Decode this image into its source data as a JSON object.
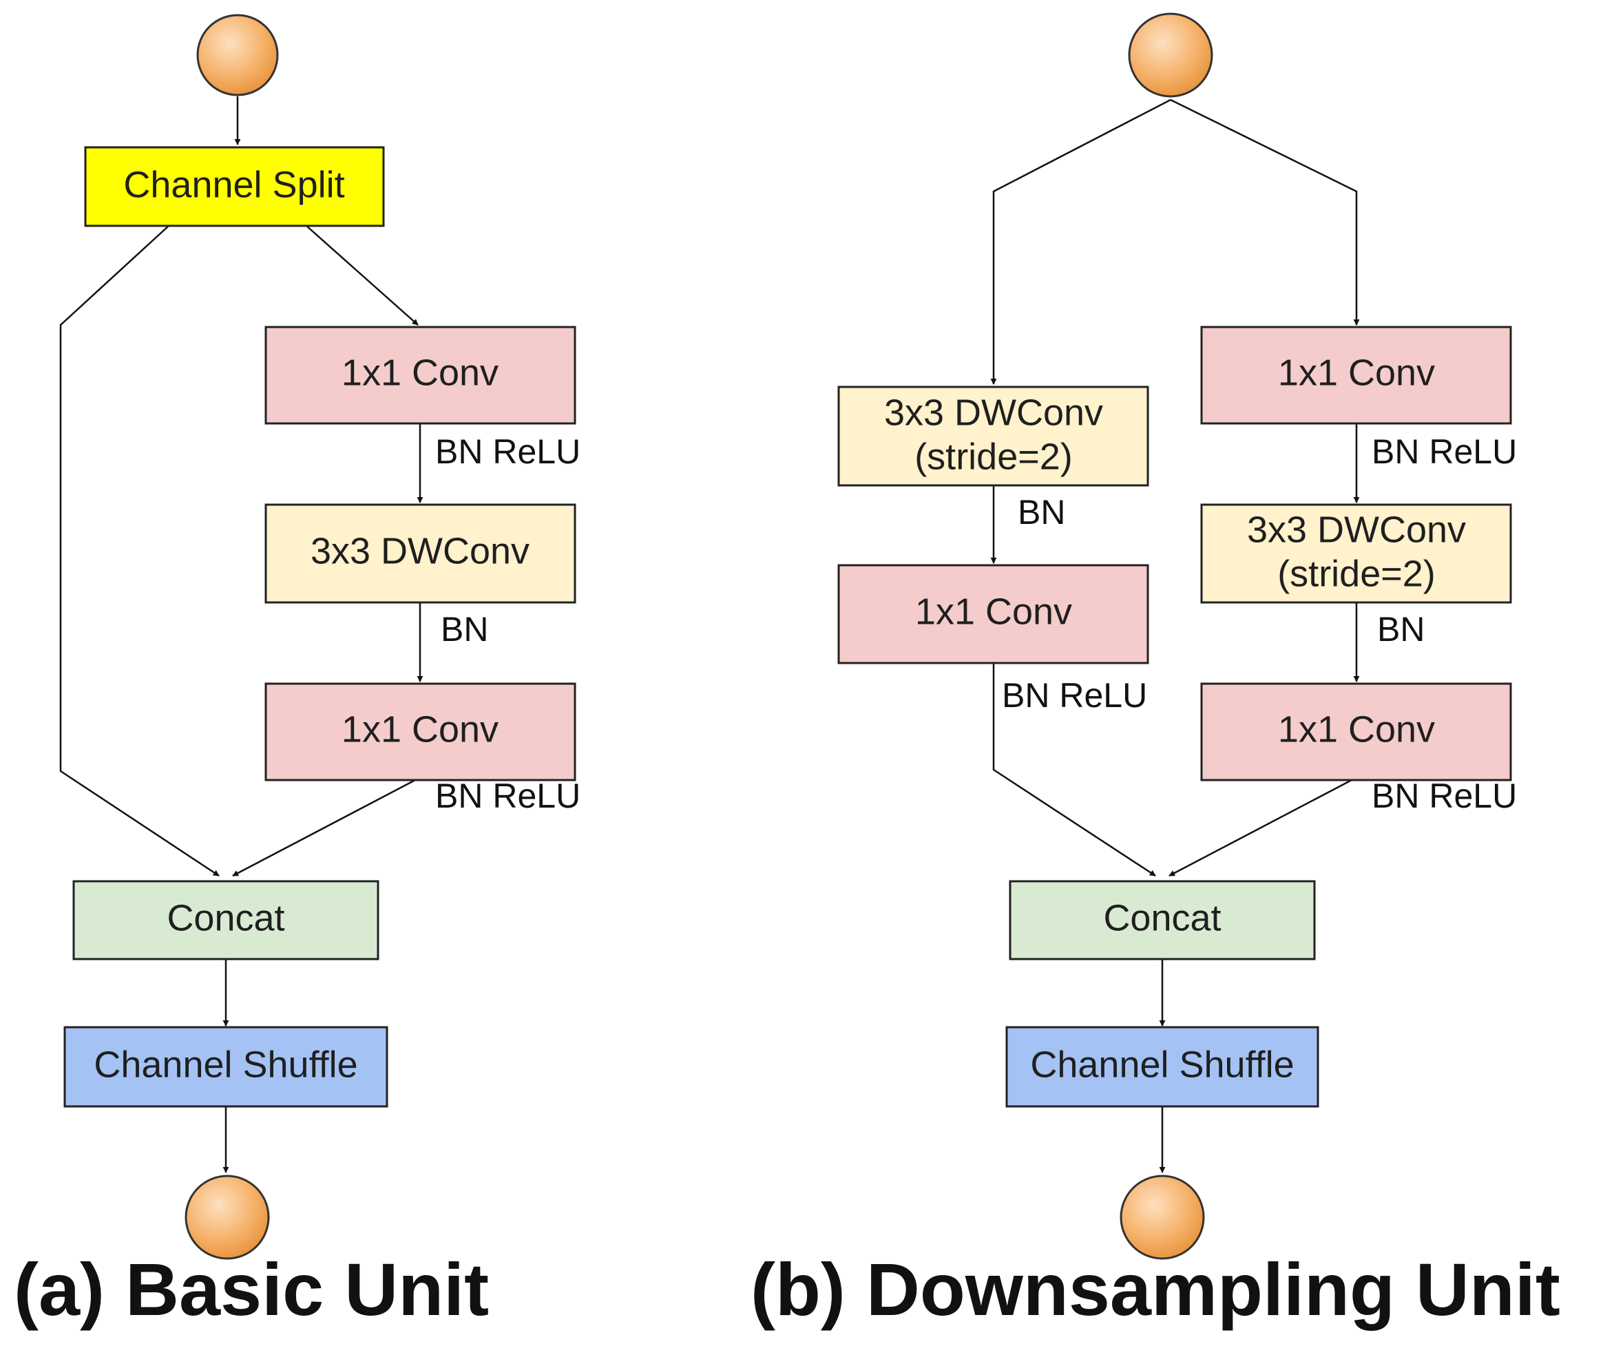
{
  "colors": {
    "channel_split": "#ffff00",
    "conv1x1": "#f4cccc",
    "dwconv": "#fff2cc",
    "concat": "#d9ead3",
    "shuffle": "#a4c2f4",
    "node": "#f6b26b"
  },
  "basic_unit": {
    "caption": "(a) Basic Unit",
    "channel_split": "Channel Split",
    "conv1": "1x1 Conv",
    "edge1": "BN ReLU",
    "dwconv": "3x3 DWConv",
    "edge2": "BN",
    "conv2": "1x1 Conv",
    "edge3": "BN ReLU",
    "concat": "Concat",
    "shuffle": "Channel Shuffle"
  },
  "downsampling_unit": {
    "caption": "(b) Downsampling Unit",
    "left_dwconv_line1": "3x3 DWConv",
    "left_dwconv_line2": "(stride=2)",
    "left_edge1": "BN",
    "left_conv": "1x1 Conv",
    "left_edge2": "BN ReLU",
    "right_conv1": "1x1 Conv",
    "right_edge1": "BN ReLU",
    "right_dwconv_line1": "3x3 DWConv",
    "right_dwconv_line2": "(stride=2)",
    "right_edge2": "BN",
    "right_conv2": "1x1 Conv",
    "right_edge3": "BN ReLU",
    "concat": "Concat",
    "shuffle": "Channel Shuffle"
  }
}
